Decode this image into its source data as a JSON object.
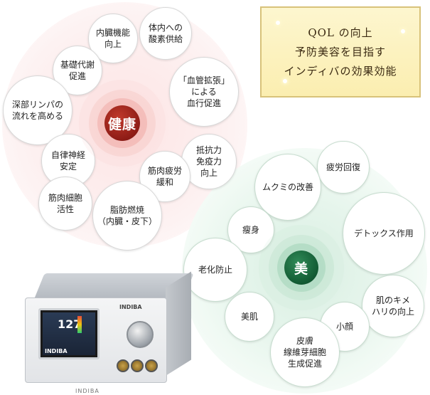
{
  "qol_box": {
    "line1": "QOL の向上",
    "line2": "予防美容を目指す",
    "line3": "インディバの効果効能"
  },
  "health": {
    "center": "健康",
    "bubbles": [
      "内臓機能\n向上",
      "体内への\n酸素供給",
      "基礎代謝\n促進",
      "「血管拡張」\nによる\n血行促進",
      "深部リンパの\n流れを高める",
      "抵抗力\n免疫力\n向上",
      "自律神経\n安定",
      "筋肉疲労\n緩和",
      "筋肉細胞\n活性",
      "脂肪燃焼\n（内臓・皮下）"
    ]
  },
  "beauty": {
    "center": "美",
    "bubbles": [
      "疲労回復",
      "ムクミの改善",
      "瘦身",
      "デトックス作用",
      "老化防止",
      "肌のキメ\nハリの向上",
      "美肌",
      "小顔",
      "皮膚\n線維芽細胞\n生成促進"
    ]
  },
  "device": {
    "screen_value": "127",
    "brand": "INDIBA",
    "screen_logo": "INDIBA",
    "bottom_logo": "INDIBA"
  }
}
